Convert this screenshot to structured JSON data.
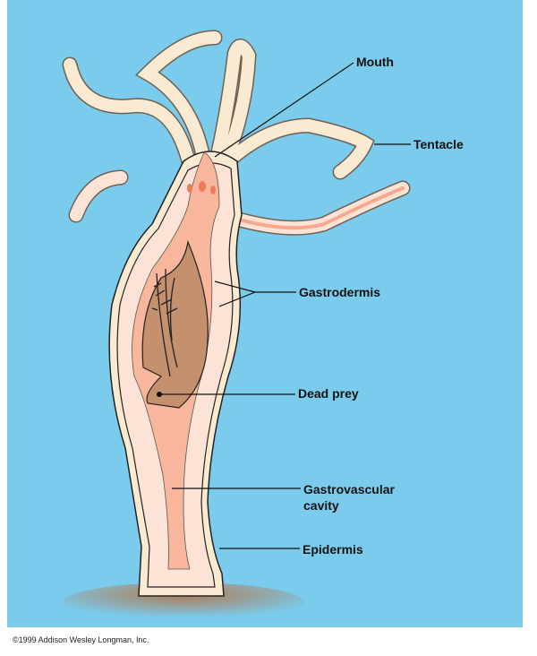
{
  "labels": {
    "mouth": "Mouth",
    "tentacle": "Tentacle",
    "gastrodermis": "Gastrodermis",
    "dead_prey": "Dead prey",
    "gastrovascular_line1": "Gastrovascular",
    "gastrovascular_line2": "cavity",
    "epidermis": "Epidermis"
  },
  "copyright": "©1999 Addison Wesley Longman, Inc.",
  "colors": {
    "background": "#7bcbec",
    "tentacle": "#fbead2",
    "cell_layer": "#fde3d6",
    "cavity": "#f8b69c",
    "prey": "#c4906e"
  }
}
